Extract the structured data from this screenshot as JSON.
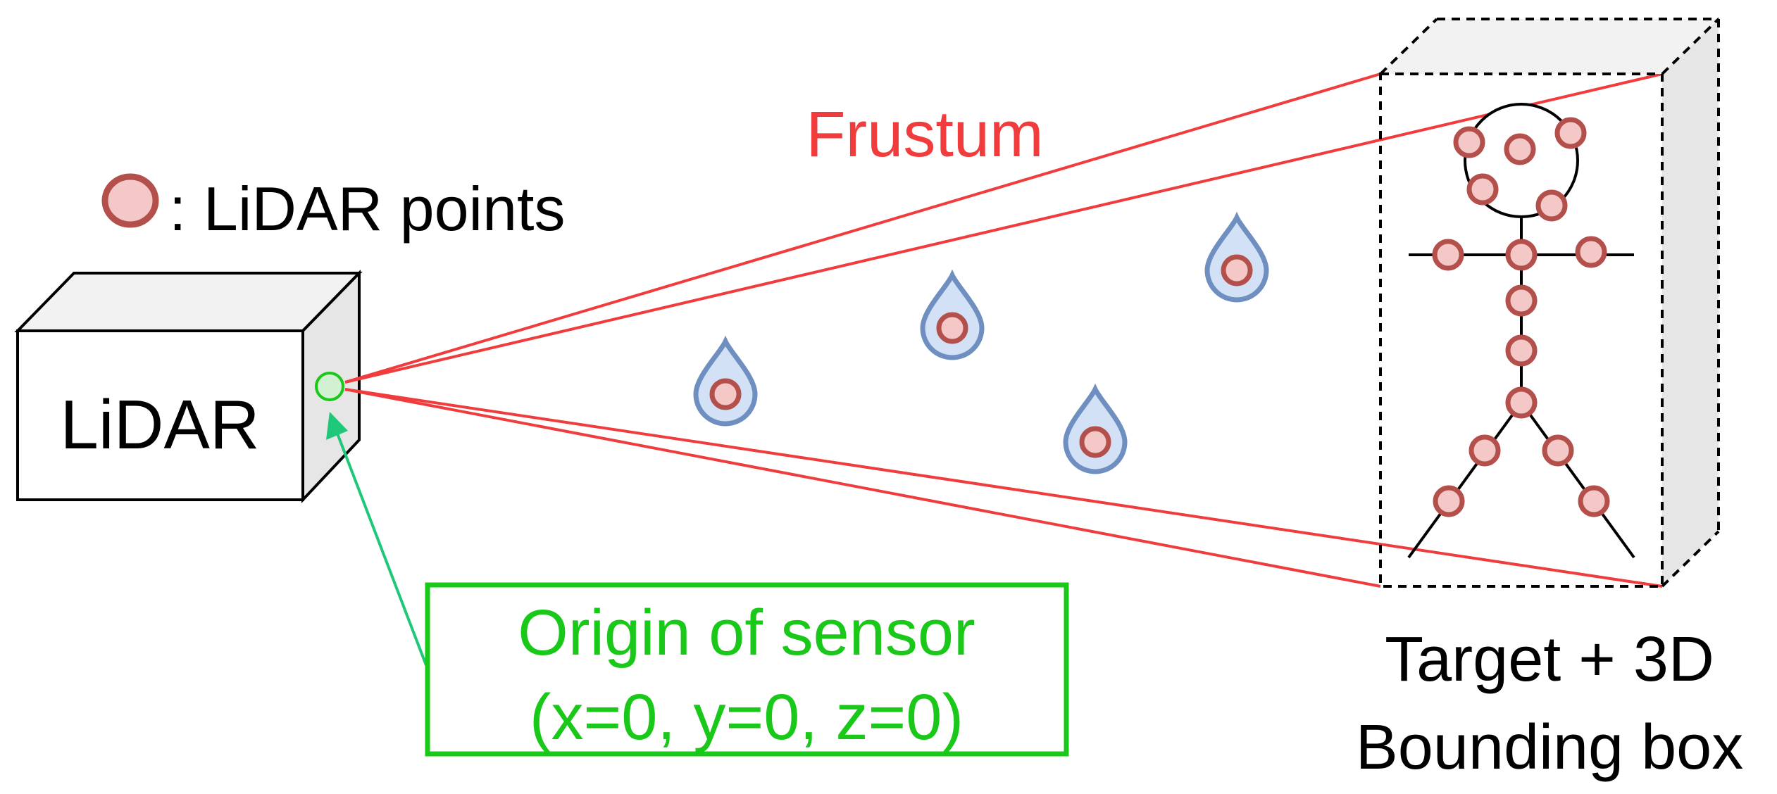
{
  "legend": {
    "marker_label": ": LiDAR points"
  },
  "sensor": {
    "label": "LiDAR"
  },
  "frustum": {
    "label": "Frustum"
  },
  "origin_box": {
    "line1": "Origin of sensor",
    "line2": "(x=0, y=0, z=0)"
  },
  "target": {
    "line1": "Target + 3D",
    "line2": "Bounding box"
  },
  "colors": {
    "frustum": "#f03c3c",
    "origin": "#19c819",
    "point_fill": "#f5c8c8",
    "point_stroke": "#b4504b",
    "drop_fill": "#d2e1f5",
    "drop_stroke": "#6e8fc0",
    "arrow": "#1ec878"
  }
}
